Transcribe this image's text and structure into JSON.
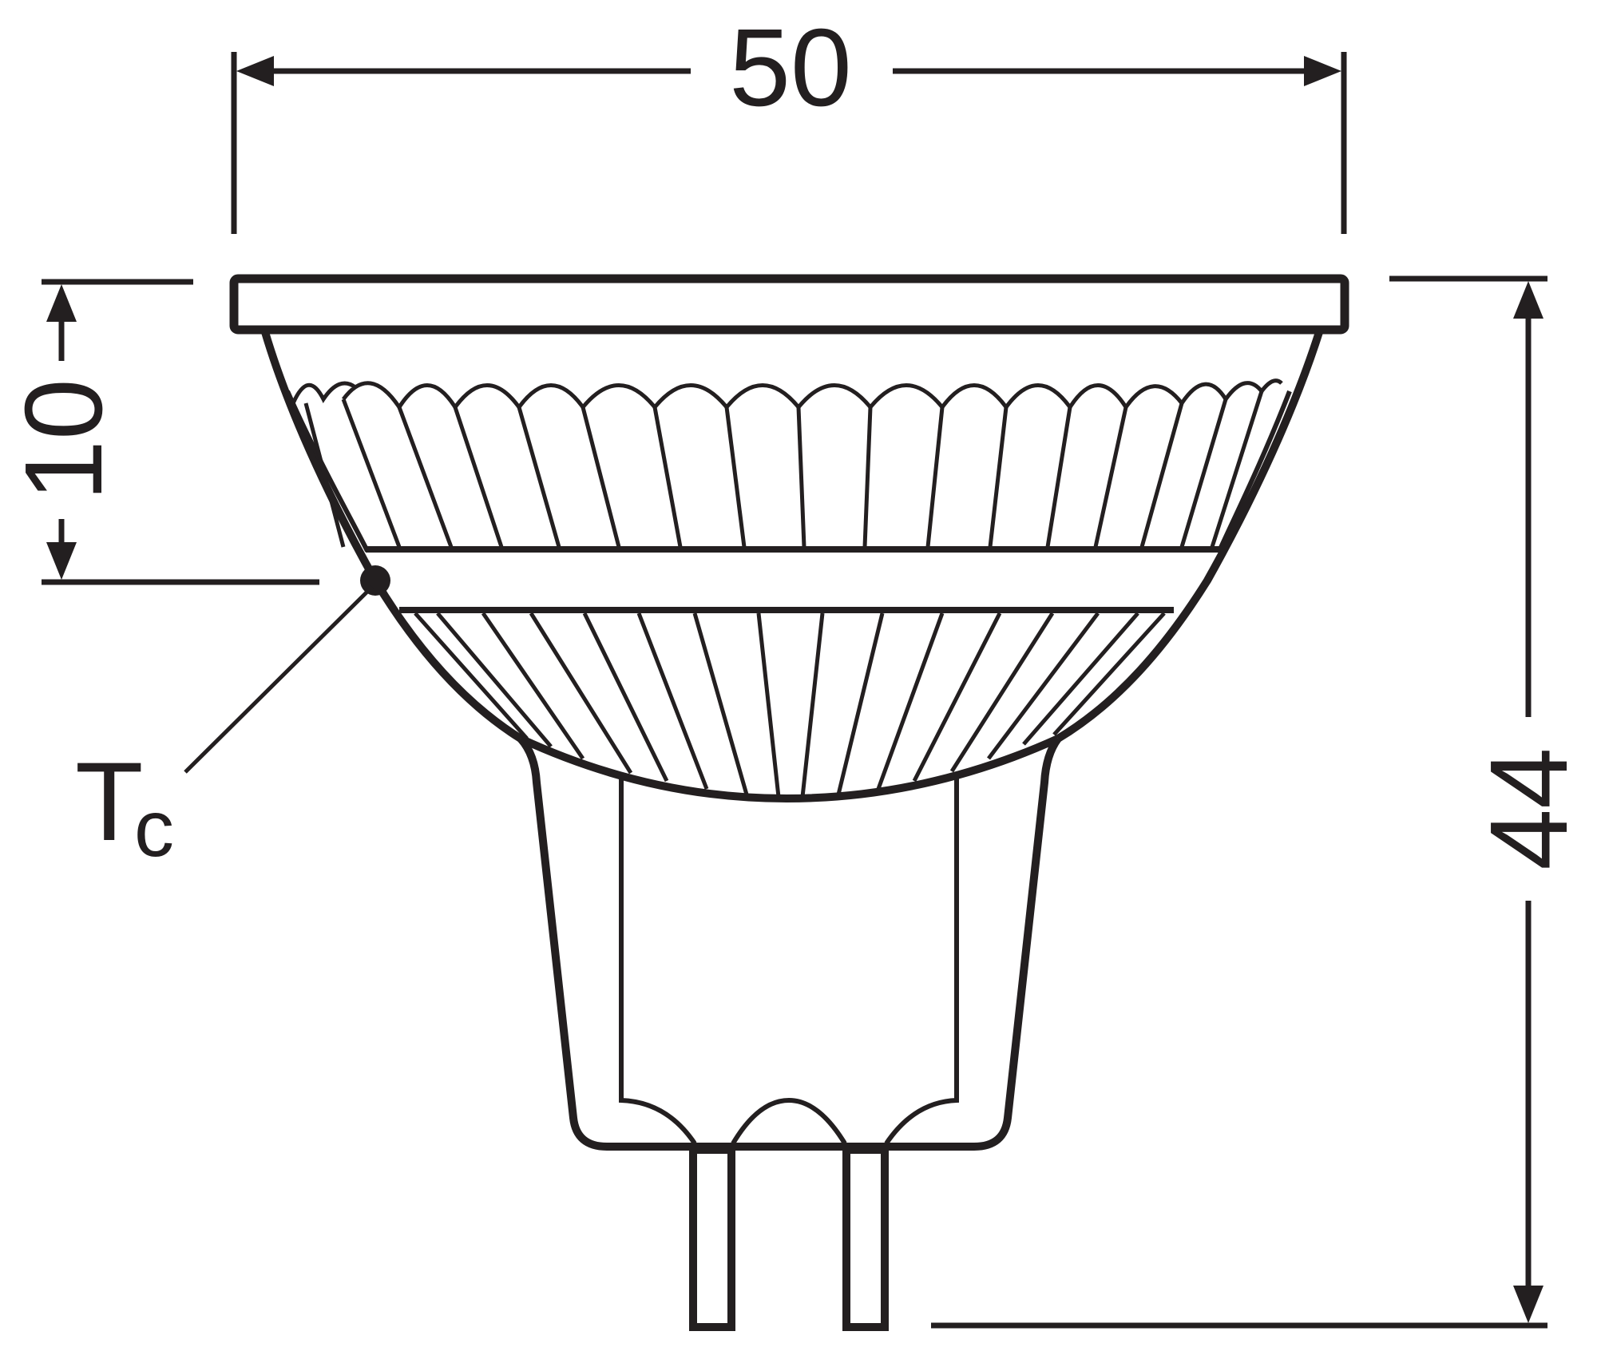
{
  "diagram": {
    "subject": "MR16 LED reflector lamp dimension drawing",
    "units": "mm",
    "line_color": "#231f20",
    "background": "#ffffff",
    "dimensions": {
      "width": {
        "label": "50",
        "orientation": "horizontal"
      },
      "height": {
        "label": "44",
        "orientation": "vertical"
      },
      "tc_offset": {
        "label": "10",
        "orientation": "vertical"
      }
    },
    "annotations": {
      "tc_main": "T",
      "tc_sub": "c"
    }
  }
}
